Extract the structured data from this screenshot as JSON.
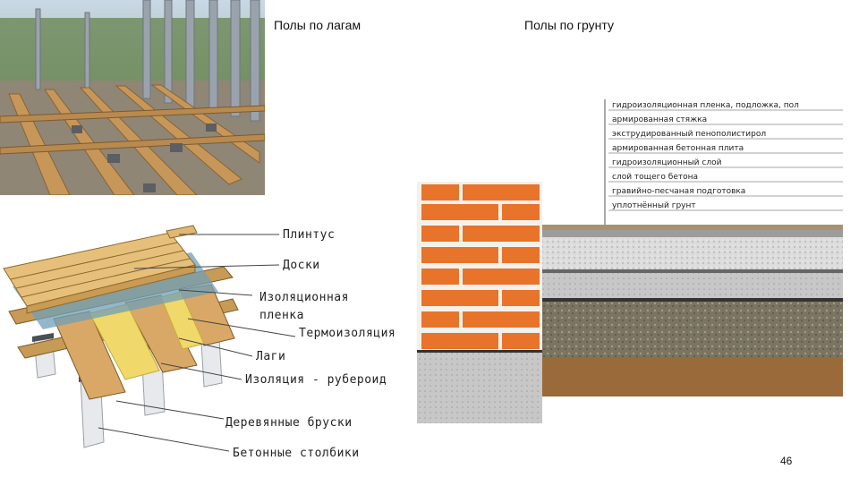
{
  "headings": {
    "joists": "Полы по лагам",
    "ground": "Полы по грунту"
  },
  "joist_labels": [
    "Плинтус",
    "Доски",
    "Изоляционная",
    "пленка",
    "Термоизоляция",
    "Лаги",
    "Изоляция - рубероид",
    "Деревянные бруски",
    "Бетонные столбики"
  ],
  "ground_layers": [
    "гидроизоляционная пленка, подложка, пол",
    "армированная стяжка",
    "экструдированный пенополистирол",
    "армированная бетонная плита",
    "гидроизоляционный слой",
    "слой тощего бетона",
    "гравийно-песчаная подготовка",
    "уплотнённый грунт"
  ],
  "page_number": "46",
  "colors": {
    "brick": "#e8732a",
    "wood": "#e9c67a",
    "concrete": "#bdbdbd",
    "gravel": "#8a8470",
    "soil": "#9a6a3a"
  }
}
